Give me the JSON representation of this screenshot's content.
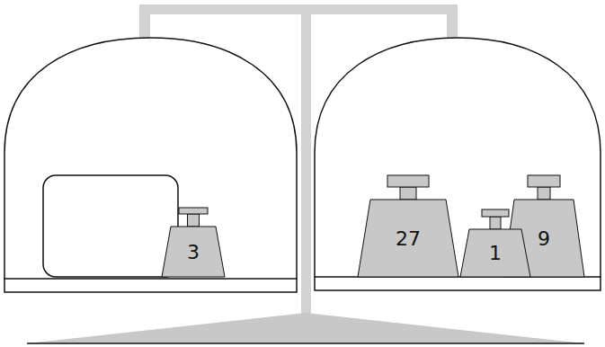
{
  "diagram": {
    "nodes": [
      {
        "text": [
          "3"
        ]
      },
      {
        "text": [
          "27"
        ]
      },
      {
        "text": [
          "1"
        ]
      },
      {
        "text": [
          "9"
        ]
      }
    ]
  }
}
